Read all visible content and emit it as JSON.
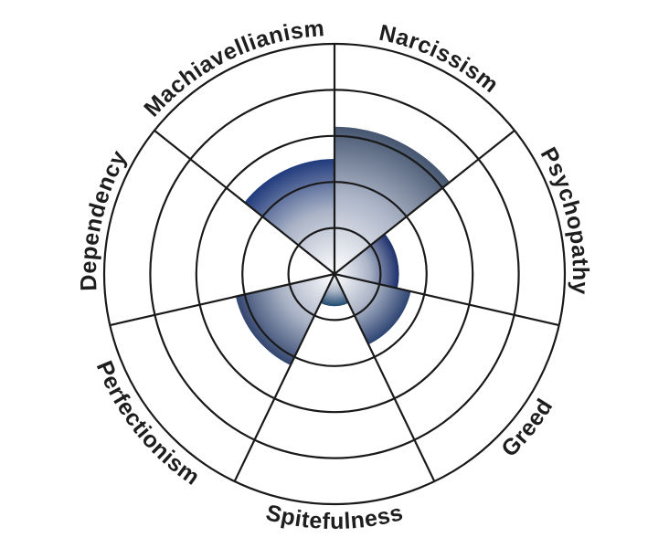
{
  "chart_data": {
    "type": "polar-area",
    "title": "",
    "categories": [
      "Narcissism",
      "Psychopathy",
      "Greed",
      "Spitefulness",
      "Perfectionism",
      "Dependency",
      "Machiavellianism"
    ],
    "values": [
      3.2,
      1.4,
      1.7,
      0.7,
      2.2,
      0,
      2.5
    ],
    "rlim": [
      0,
      5
    ],
    "rings": 5,
    "grid": true,
    "colors": [
      "#465670",
      "#1c2f6b",
      "#2d4472",
      "#1e4a70",
      "#33466f",
      "#2a4278",
      "#203a7c"
    ],
    "center_color": "#ffffff"
  }
}
